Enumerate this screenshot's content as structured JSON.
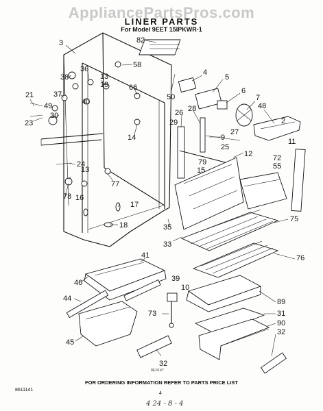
{
  "watermark": "AppliancePartsPros.com",
  "title": "LINER PARTS",
  "subtitle": "For Model 9EET 15IPKWR-1",
  "footer_note": "FOR ORDERING INFORMATION REFER TO PARTS PRICE LIST",
  "doc_code": "8611141",
  "ref_code": "8E9147",
  "page_number": "4",
  "handwritten_note": "4 24 - 8 - 4",
  "callouts": [
    "3",
    "82",
    "58",
    "21",
    "38",
    "36",
    "13",
    "19",
    "37",
    "49",
    "40",
    "30",
    "23",
    "66",
    "50",
    "4",
    "5",
    "6",
    "7",
    "48",
    "2",
    "28",
    "26",
    "29",
    "14",
    "11",
    "27",
    "9",
    "25",
    "24",
    "13",
    "12",
    "79",
    "15",
    "72",
    "55",
    "77",
    "78",
    "16",
    "17",
    "18",
    "35",
    "33",
    "75",
    "41",
    "76",
    "39",
    "46",
    "10",
    "89",
    "44",
    "73",
    "31",
    "90",
    "45",
    "32",
    "32"
  ]
}
